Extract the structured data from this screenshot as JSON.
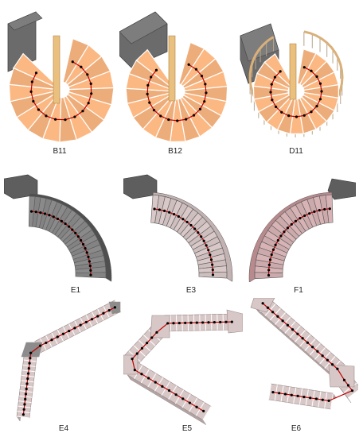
{
  "panels": [
    {
      "label": "B11",
      "kind": "spiral",
      "color": "#f7b47f",
      "dir": 1
    },
    {
      "label": "B12",
      "kind": "spiral",
      "color": "#f7b47f",
      "dir": 1
    },
    {
      "label": "D11",
      "kind": "spiral-rail",
      "color": "#f7b47f",
      "dir": 1
    },
    {
      "label": "E1",
      "kind": "arc",
      "color": "#8a8a8a",
      "dir": 1
    },
    {
      "label": "E3",
      "kind": "arc",
      "color": "#d9c8c8",
      "dir": 1
    },
    {
      "label": "F1",
      "kind": "arc",
      "color": "#d7b3b5",
      "dir": -1
    },
    {
      "label": "E4",
      "kind": "dogleg",
      "color": "#d8c7c7",
      "dir": 1
    },
    {
      "label": "E5",
      "kind": "chevron",
      "color": "#d8c7c7",
      "dir": 1
    },
    {
      "label": "E6",
      "kind": "switchback",
      "color": "#d8c7c7",
      "dir": 1
    }
  ],
  "colors": {
    "path": "#c00000",
    "node": "#000000",
    "landing": "#6b6b6b",
    "outline": "#9a8a8a"
  }
}
